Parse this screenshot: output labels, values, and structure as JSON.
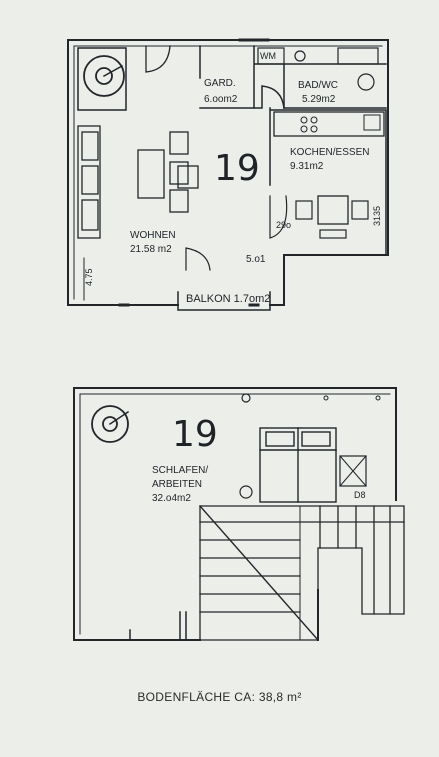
{
  "plan_upper_floor": {
    "unit_number": "19",
    "rooms": {
      "gard": {
        "name": "GARD.",
        "area": "6.oom2"
      },
      "bad": {
        "name": "BAD/WC",
        "area": "5.29m2"
      },
      "wm": "WM",
      "kochen": {
        "name": "KOCHEN/ESSEN",
        "area": "9.31m2"
      },
      "wohnen": {
        "name": "WOHNEN",
        "area": "21.58 m2"
      },
      "balkon": "BALKON 1.7om2"
    },
    "dimensions": {
      "d_5o1": "5.o1",
      "d_290": "29o",
      "d_3135": "3135",
      "d_475": "4.75"
    }
  },
  "plan_lower_floor": {
    "unit_number": "19",
    "room": {
      "line1": "SCHLAFEN/",
      "line2": "ARBEITEN",
      "area": "32.o4m2"
    },
    "mark_d8": "D8"
  },
  "footer": {
    "floor_area": "BODENFLÄCHE CA: 38,8 m²"
  }
}
